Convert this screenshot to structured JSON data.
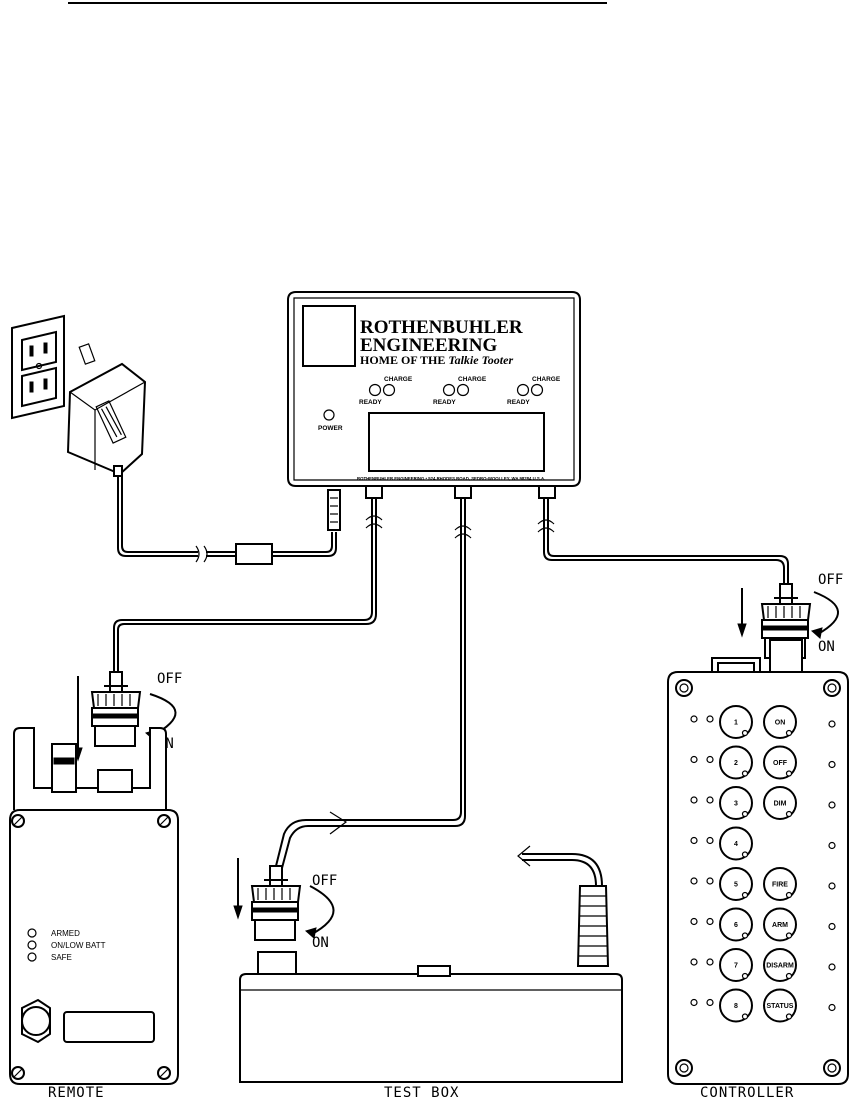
{
  "hub": {
    "brand_line1": "ROTHENBUHLER",
    "brand_line2": "ENGINEERING",
    "tagline_prefix": "HOME OF THE ",
    "tagline_product": "Talkie Tooter",
    "charge_label": "CHARGE",
    "ready_label": "READY",
    "power_label": "POWER",
    "address": "ROTHENBUHLER ENGINEERING • 524 RHODES ROAD, SEDRO-WOOLLEY, WA 98284 U.S.A."
  },
  "switch": {
    "off_label": "OFF",
    "on_label": "ON"
  },
  "remote": {
    "label": "REMOTE",
    "indicators": [
      "ARMED",
      "ON/LOW BATT",
      "SAFE"
    ]
  },
  "test_box": {
    "label": "TEST BOX"
  },
  "controller": {
    "label": "CONTROLLER",
    "buttons_left": [
      "1",
      "2",
      "3",
      "4",
      "5",
      "6",
      "7",
      "8"
    ],
    "buttons_right": [
      "ON",
      "OFF",
      "DIM",
      "",
      "FIRE",
      "ARM",
      "DISARM",
      "STATUS"
    ]
  }
}
